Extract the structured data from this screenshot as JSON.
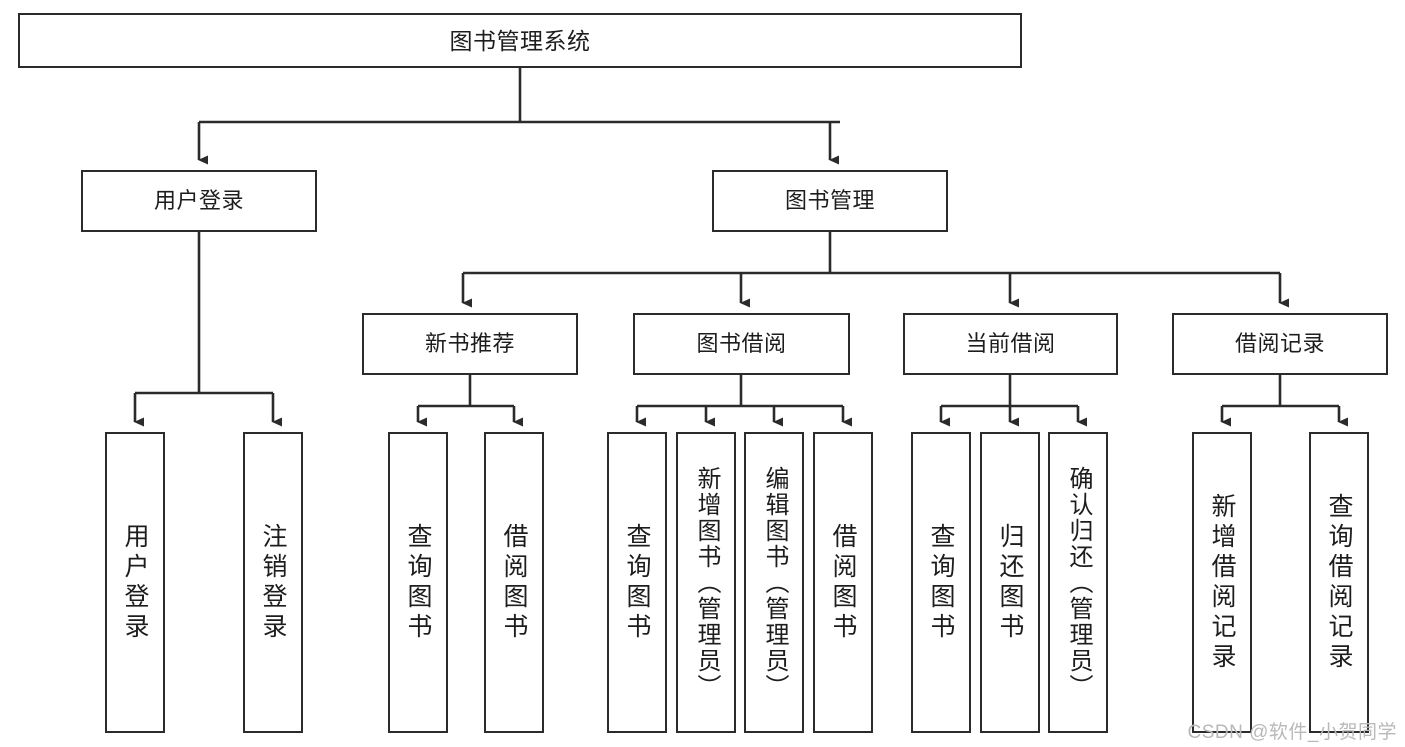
{
  "diagram": {
    "title": "图书管理系统",
    "type": "tree-hierarchy-chart",
    "colors": {
      "box_border": "#2b2b2b",
      "box_fill": "#ffffff",
      "edge": "#2b2b2b",
      "text": "#1d1d1d",
      "watermark": "#b9b9b9",
      "background": "#ffffff"
    },
    "root": {
      "label": "图书管理系统"
    },
    "level1": [
      {
        "label": "用户登录"
      },
      {
        "label": "图书管理"
      }
    ],
    "level2": [
      {
        "label": "新书推荐"
      },
      {
        "label": "图书借阅"
      },
      {
        "label": "当前借阅"
      },
      {
        "label": "借阅记录"
      }
    ],
    "leaves": [
      {
        "label": "用户登录"
      },
      {
        "label": "注销登录"
      },
      {
        "label": "查询图书"
      },
      {
        "label": "借阅图书"
      },
      {
        "label": "查询图书"
      },
      {
        "label": "新增图书（管理员）"
      },
      {
        "label": "编辑图书（管理员）"
      },
      {
        "label": "借阅图书"
      },
      {
        "label": "查询图书"
      },
      {
        "label": "归还图书"
      },
      {
        "label": "确认归还（管理员）"
      },
      {
        "label": "新增借阅记录"
      },
      {
        "label": "查询借阅记录"
      }
    ]
  },
  "watermark": {
    "text": "CSDN @软件_小贺同学"
  }
}
